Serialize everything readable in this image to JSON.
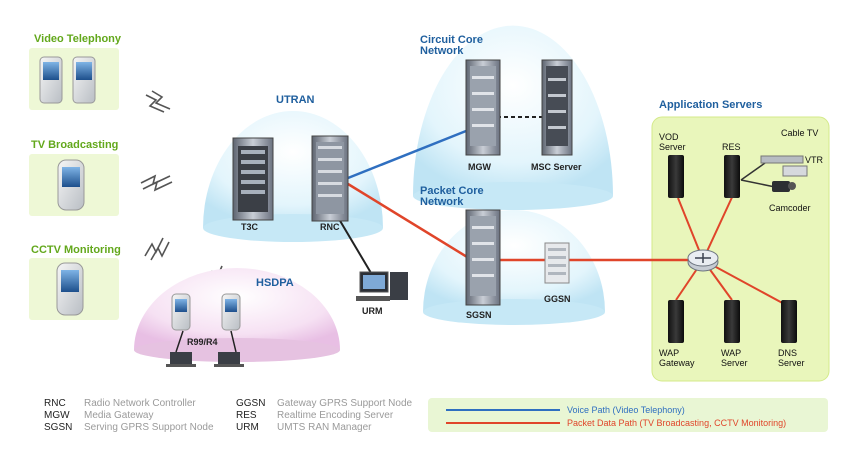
{
  "devices": {
    "video_telephony": "Video Telephony",
    "tv_broadcasting": "TV Broadcasting",
    "cctv_monitoring": "CCTV Monitoring"
  },
  "regions": {
    "utran": "UTRAN",
    "circuit_core": [
      "Circuit Core",
      "Network"
    ],
    "packet_core": [
      "Packet Core",
      "Network"
    ],
    "hsdpa": "HSDPA",
    "application_servers": "Application Servers"
  },
  "nodes": {
    "t3c": "T3C",
    "rnc": "RNC",
    "mgw": "MGW",
    "msc_server": "MSC Server",
    "sgsn": "SGSN",
    "ggsn": "GGSN",
    "urm": "URM",
    "r99_r4": "R99/R4"
  },
  "app_servers": {
    "vod": [
      "VOD",
      "Server"
    ],
    "res": "RES",
    "cable_tv": "Cable TV",
    "vtr": "VTR",
    "camcoder": "Camcoder",
    "wap_gateway": [
      "WAP",
      "Gateway"
    ],
    "wap_server": [
      "WAP",
      "Server"
    ],
    "dns_server": [
      "DNS",
      "Server"
    ]
  },
  "glossary": [
    {
      "abbr": "RNC",
      "desc": "Radio Network Controller"
    },
    {
      "abbr": "MGW",
      "desc": "Media Gateway"
    },
    {
      "abbr": "SGSN",
      "desc": "Serving GPRS Support Node"
    },
    {
      "abbr": "GGSN",
      "desc": "Gateway GPRS Support Node"
    },
    {
      "abbr": "RES",
      "desc": "Realtime Encoding Server"
    },
    {
      "abbr": "URM",
      "desc": "UMTS RAN Manager"
    }
  ],
  "legend": {
    "voice": "Voice Path (Video Telephony)",
    "packet": "Packet Data Path (TV Broadcasting, CCTV Monitoring)"
  },
  "colors": {
    "voice_path": "#2f6fc0",
    "packet_path": "#e0452a",
    "device_label": "#63a81c",
    "region_label": "#1f5f9e",
    "app_panel": "#e6f5b4",
    "hsdpa_dome": "#f3d6ef",
    "network_dome": "#dff3fb"
  }
}
